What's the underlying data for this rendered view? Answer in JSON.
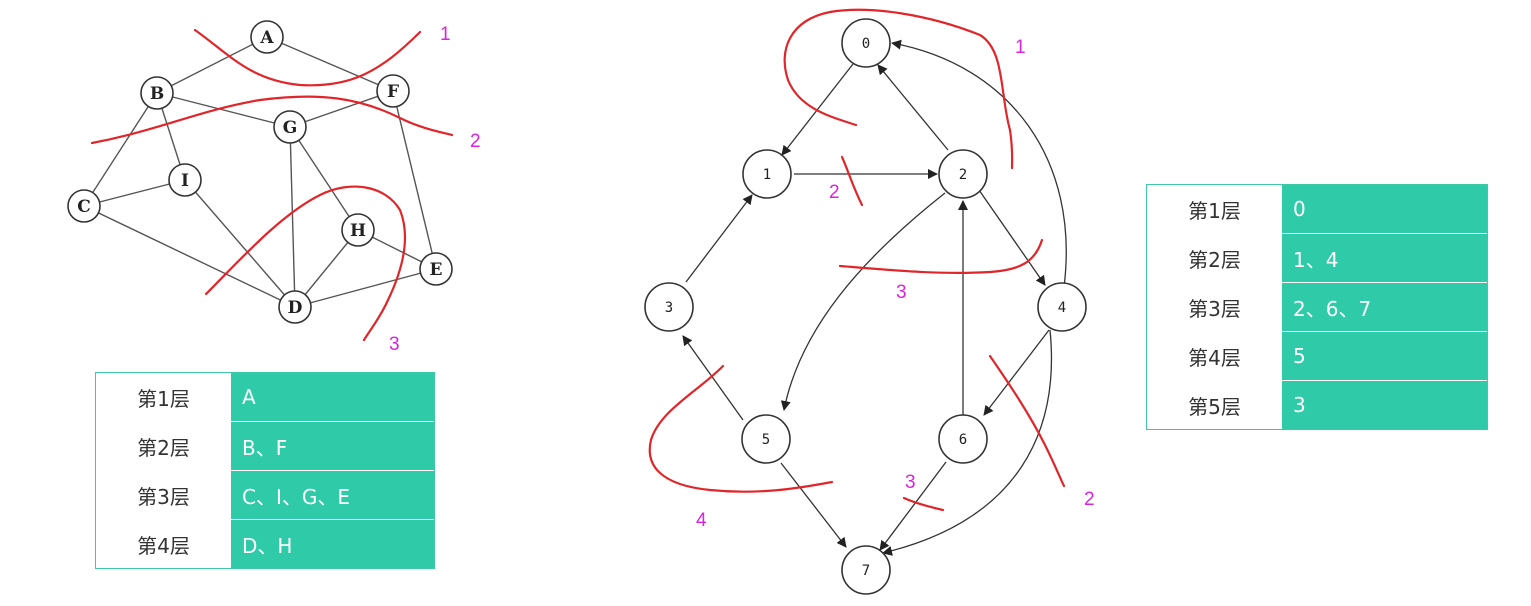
{
  "left_graph": {
    "nodes": [
      "A",
      "B",
      "F",
      "G",
      "I",
      "C",
      "H",
      "E",
      "D"
    ],
    "level_marks": [
      "1",
      "2",
      "3"
    ]
  },
  "right_graph": {
    "nodes": [
      "0",
      "1",
      "2",
      "3",
      "4",
      "5",
      "6",
      "7"
    ],
    "level_marks": [
      "1",
      "2",
      "3",
      "2",
      "3",
      "4"
    ]
  },
  "left_table": {
    "rows": [
      {
        "label": "第1层",
        "value": "A"
      },
      {
        "label": "第2层",
        "value": "B、F"
      },
      {
        "label": "第3层",
        "value": "C、I、G、E"
      },
      {
        "label": "第4层",
        "value": "D、H"
      }
    ]
  },
  "right_table": {
    "rows": [
      {
        "label": "第1层",
        "value": "0"
      },
      {
        "label": "第2层",
        "value": "1、4"
      },
      {
        "label": "第3层",
        "value": "2、6、7"
      },
      {
        "label": "第4层",
        "value": "5"
      },
      {
        "label": "第5层",
        "value": "3"
      }
    ]
  },
  "colors": {
    "table_fill": "#2fcba8",
    "scribble": "#e0262a",
    "level_marks": "#dd22dd"
  }
}
